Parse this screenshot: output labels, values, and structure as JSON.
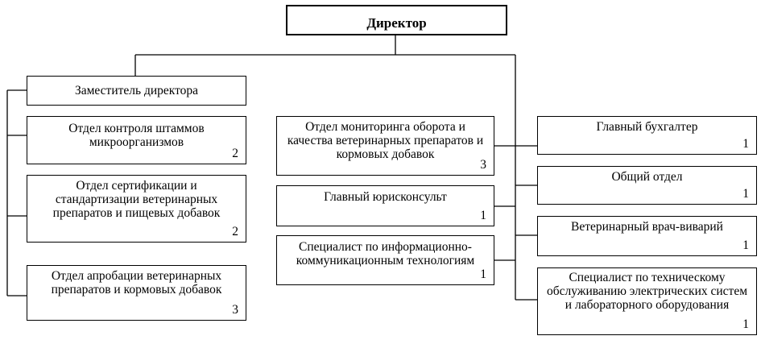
{
  "director": {
    "title": "Директор"
  },
  "deputy": {
    "title": "Заместитель директора"
  },
  "left": [
    {
      "title": "Отдел контроля штаммов\nмикроорганизмов",
      "count": "2"
    },
    {
      "title": "Отдел сертификации и\nстандартизации ветеринарных\nпрепаратов и пищевых добавок",
      "count": "2"
    },
    {
      "title": "Отдел апробации ветеринарных\nпрепаратов и кормовых добавок",
      "count": "3"
    }
  ],
  "middle": [
    {
      "title": "Отдел мониторинга оборота и\nкачества ветеринарных препаратов и\nкормовых добавок",
      "count": "3"
    },
    {
      "title": "Главный юрисконсульт",
      "count": "1"
    },
    {
      "title": "Специалист по информационно-\nкоммуникационным технологиям",
      "count": "1"
    }
  ],
  "right": [
    {
      "title": "Главный бухгалтер",
      "count": "1"
    },
    {
      "title": "Общий отдел",
      "count": "1"
    },
    {
      "title": "Ветеринарный врач-виварий",
      "count": "1"
    },
    {
      "title": "Специалист по техническому\nобслуживанию электрических систем\nи лабораторного оборудования",
      "count": "1"
    }
  ]
}
